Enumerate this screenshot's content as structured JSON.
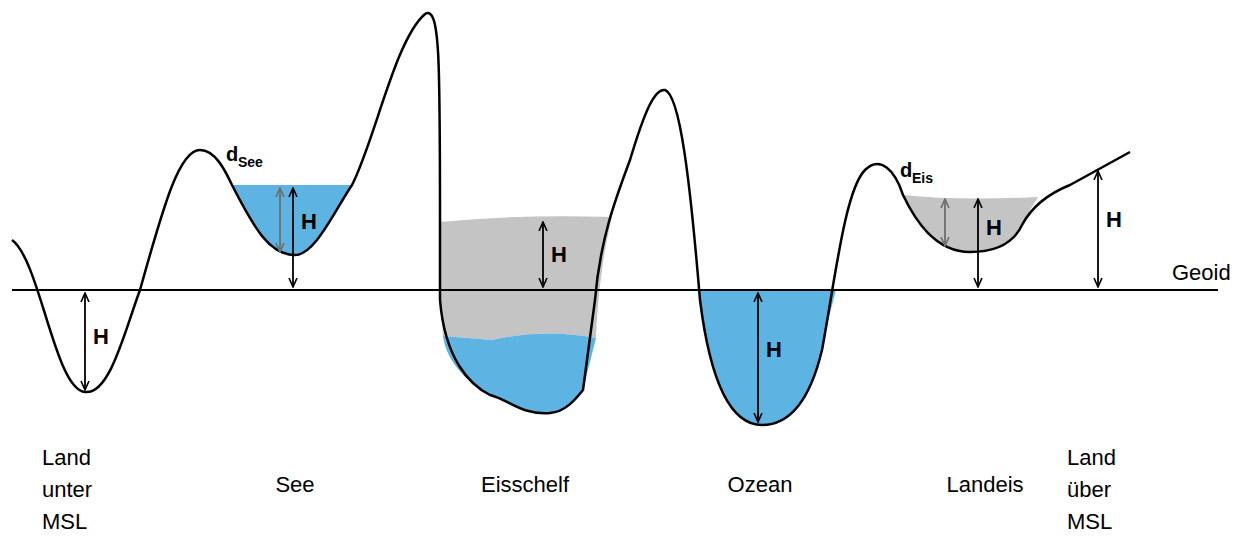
{
  "diagram": {
    "labels": [
      "H",
      "d",
      "See",
      "H",
      "H",
      "Geoid",
      "H",
      "d",
      "Eis",
      "H",
      "H",
      "Land unter MSL",
      "See",
      "Eisschelf",
      "Ozean",
      "Landeis",
      "Land über MSL"
    ]
  }
}
